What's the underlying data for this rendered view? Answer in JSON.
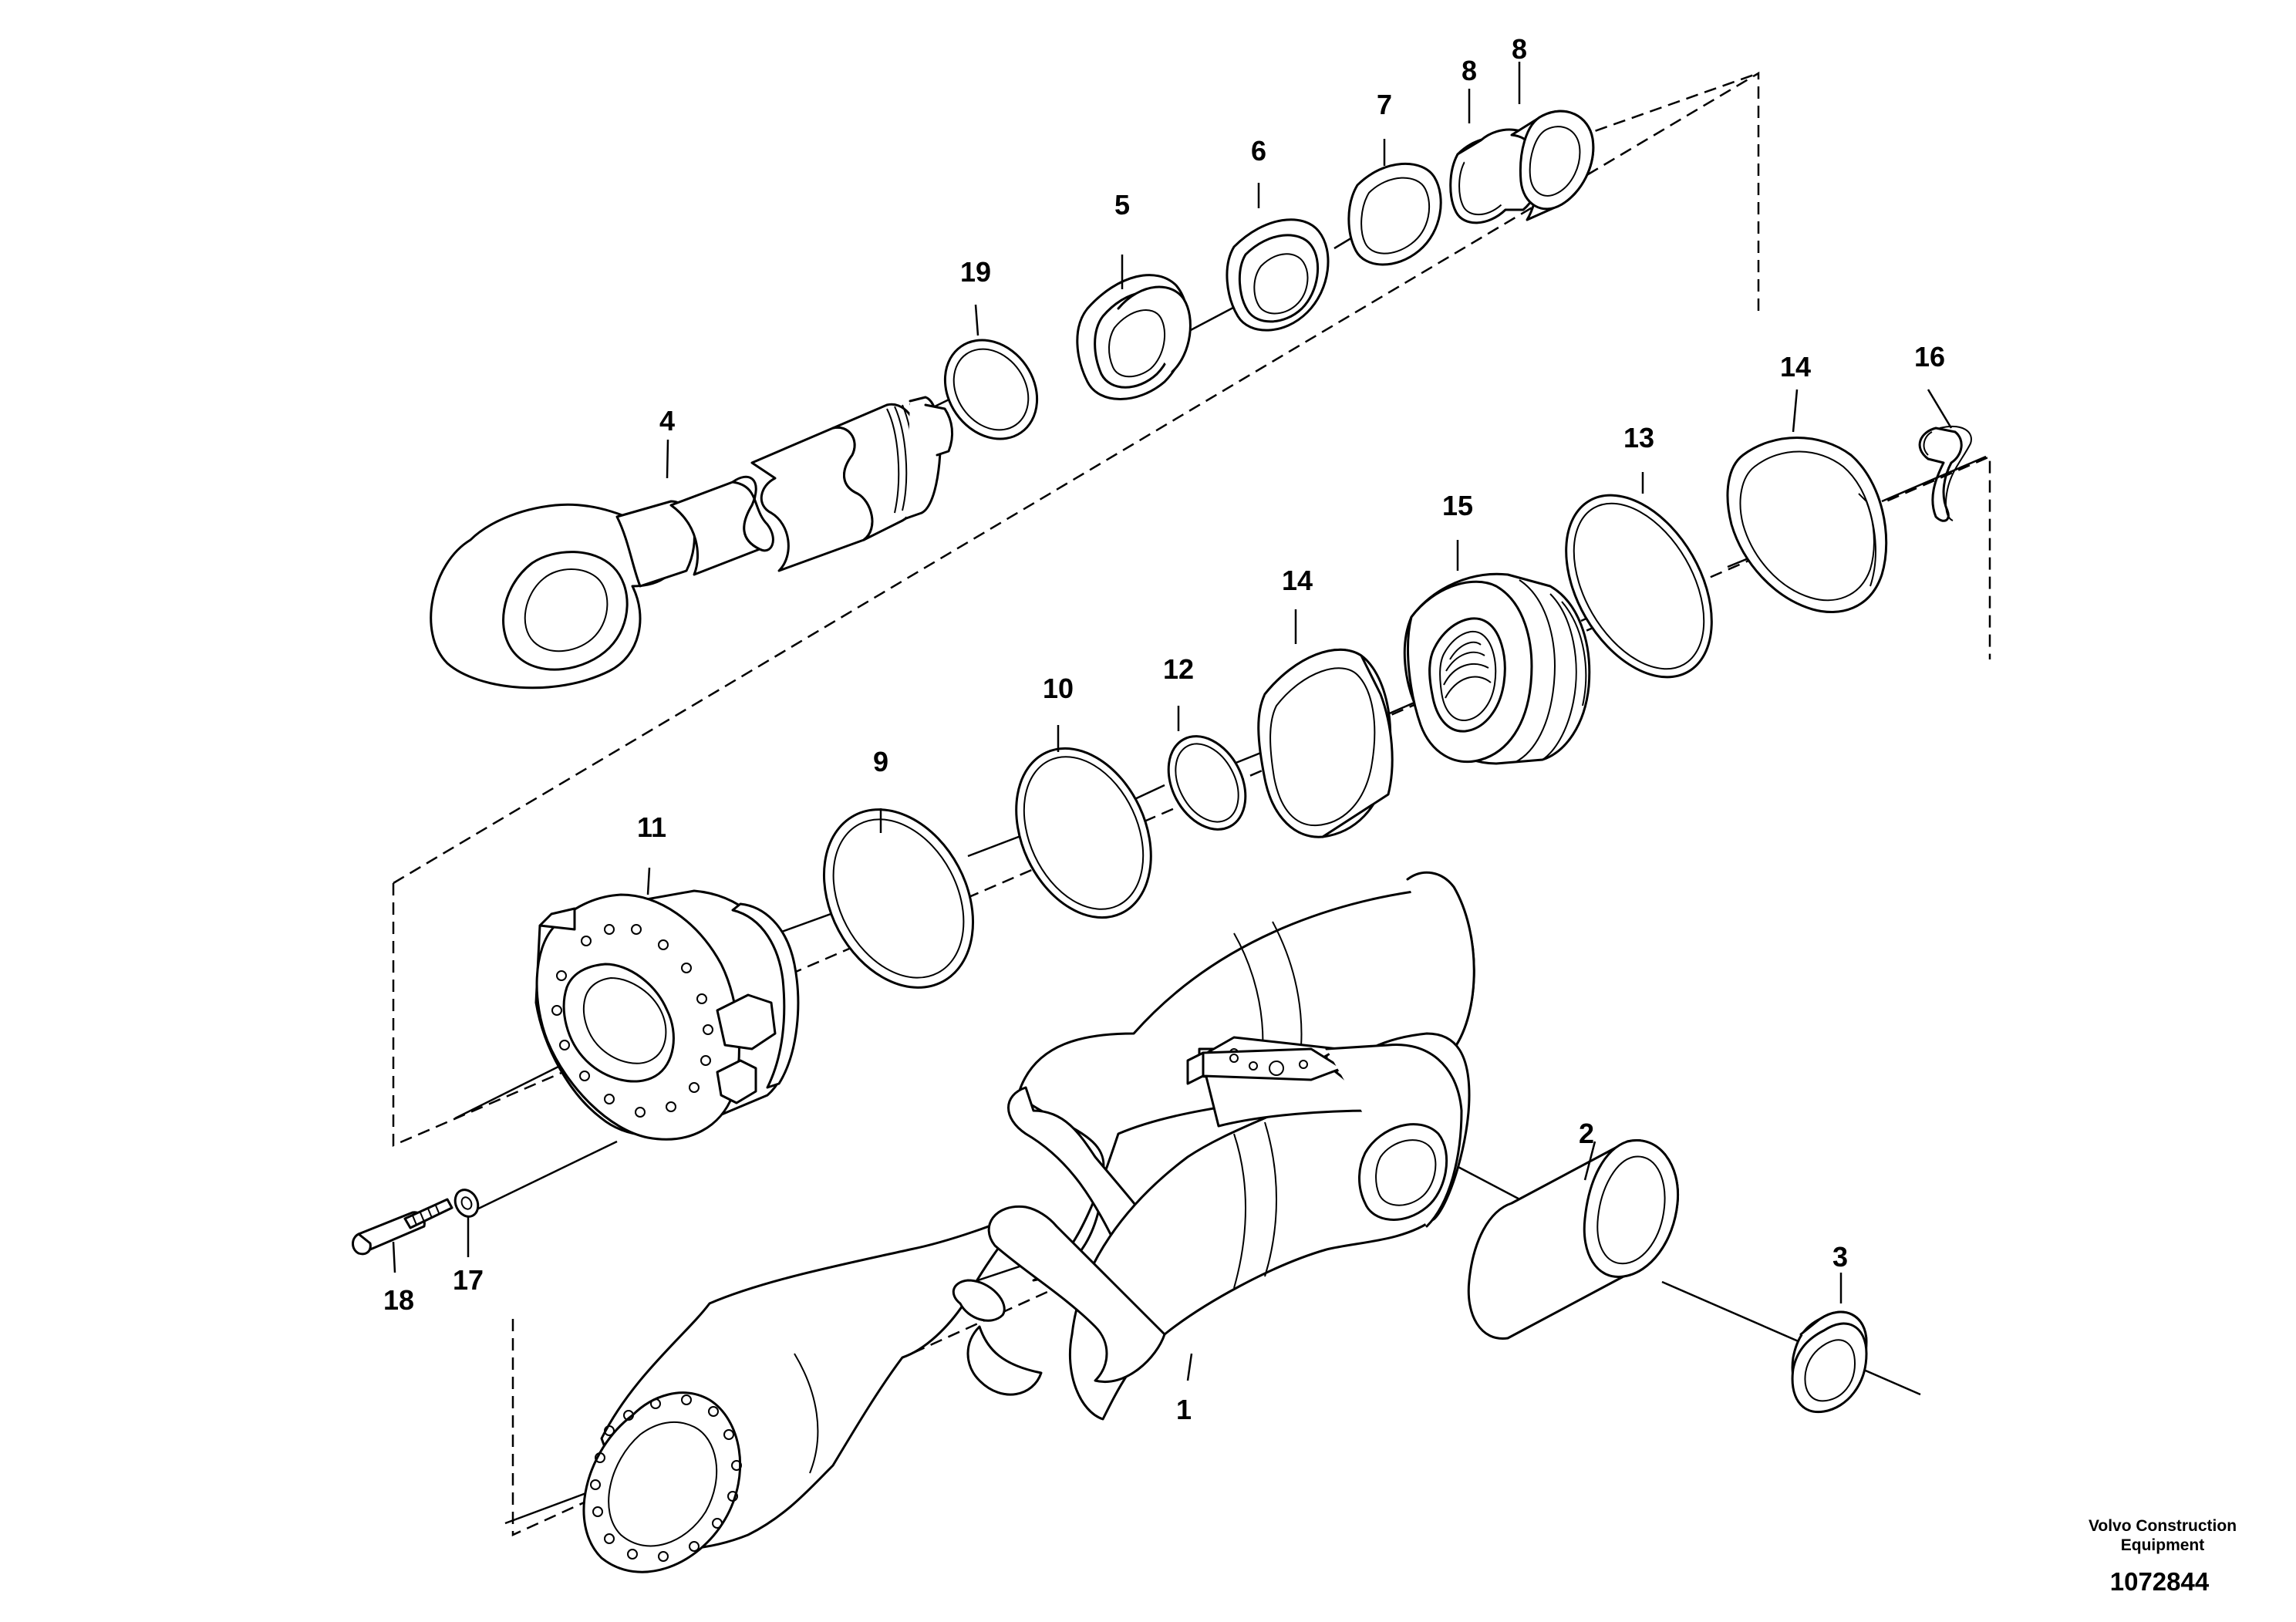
{
  "callouts": {
    "c1": "1",
    "c2": "2",
    "c3": "3",
    "c4": "4",
    "c5": "5",
    "c6": "6",
    "c7": "7",
    "c8a": "8",
    "c8b": "8",
    "c9": "9",
    "c10": "10",
    "c11": "11",
    "c12": "12",
    "c13": "13",
    "c14a": "14",
    "c14b": "14",
    "c15": "15",
    "c16": "16",
    "c17": "17",
    "c18": "18",
    "c19": "19"
  },
  "credit": {
    "line1": "Volvo Construction",
    "line2": "Equipment"
  },
  "document_number": "1072844"
}
